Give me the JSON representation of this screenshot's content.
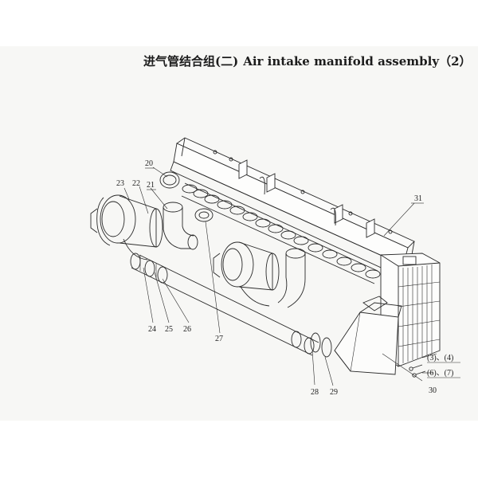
{
  "title": {
    "zh": "进气管结合组(二)",
    "en": "Air intake manifold assembly（2）"
  },
  "callouts": {
    "c20": "20",
    "c21": "21",
    "c22": "22",
    "c23": "23",
    "c24": "24",
    "c25": "25",
    "c26": "26",
    "c27": "27",
    "c28": "28",
    "c29": "29",
    "c30": "30",
    "c31": "31",
    "c34": "(3)、(4)",
    "c67": "(6)、(7)"
  },
  "colors": {
    "line": "#2a2a2a",
    "paper": "#f7f7f5"
  }
}
